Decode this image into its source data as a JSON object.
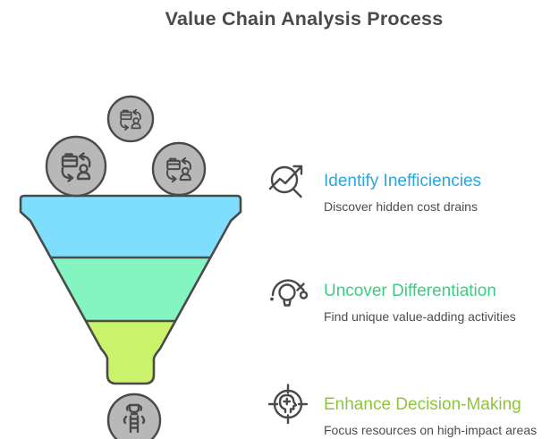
{
  "title": "Value Chain Analysis Process",
  "funnel": {
    "segments": [
      {
        "name": "top",
        "color": "#7EDEFB"
      },
      {
        "name": "middle",
        "color": "#84F5C1"
      },
      {
        "name": "bottom",
        "color": "#CBF26B"
      }
    ],
    "circle_fill": "#B8B8B8",
    "outline_color": "#4A4A4A"
  },
  "steps": [
    {
      "heading": "Identify Inefficiencies",
      "description": "Discover hidden cost drains",
      "icon": "magnifier-trend-icon",
      "heading_color": "#2AA7DE"
    },
    {
      "heading": "Uncover Differentiation",
      "description": "Find unique value-adding activities",
      "icon": "lightbulb-innovation-icon",
      "heading_color": "#3DCC84"
    },
    {
      "heading": "Enhance Decision-Making",
      "description": "Focus resources on high-impact areas",
      "icon": "head-target-icon",
      "heading_color": "#8EC53F"
    }
  ],
  "colors": {
    "title_text": "#4A4A4A",
    "body_text": "#4D4D4D",
    "background": "#FFFFFF"
  }
}
